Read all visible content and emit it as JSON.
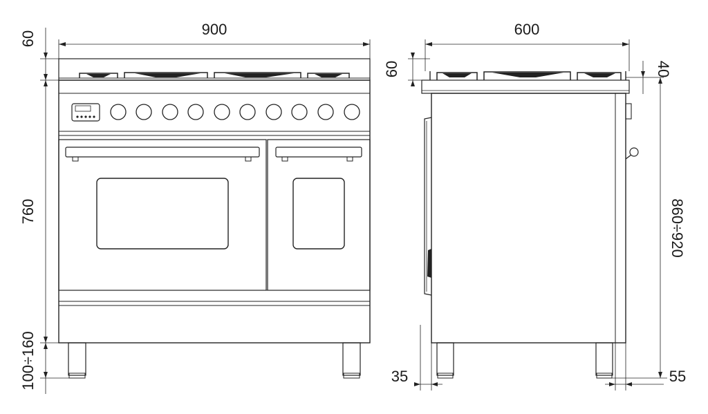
{
  "colors": {
    "line": "#222222",
    "dim_line": "#555555",
    "background": "#ffffff"
  },
  "front_view": {
    "dimensions": {
      "width": "900",
      "top_height": "60",
      "body_height": "760",
      "leg_height": "100÷160"
    },
    "knob_count": 10,
    "burner_count": 4,
    "display_icon": "digital-clock-display-icon"
  },
  "side_view": {
    "dimensions": {
      "depth": "600",
      "top_height": "60",
      "backguard": "40",
      "total_height": "860÷920",
      "front_offset": "35",
      "rear_offset": "55"
    }
  }
}
